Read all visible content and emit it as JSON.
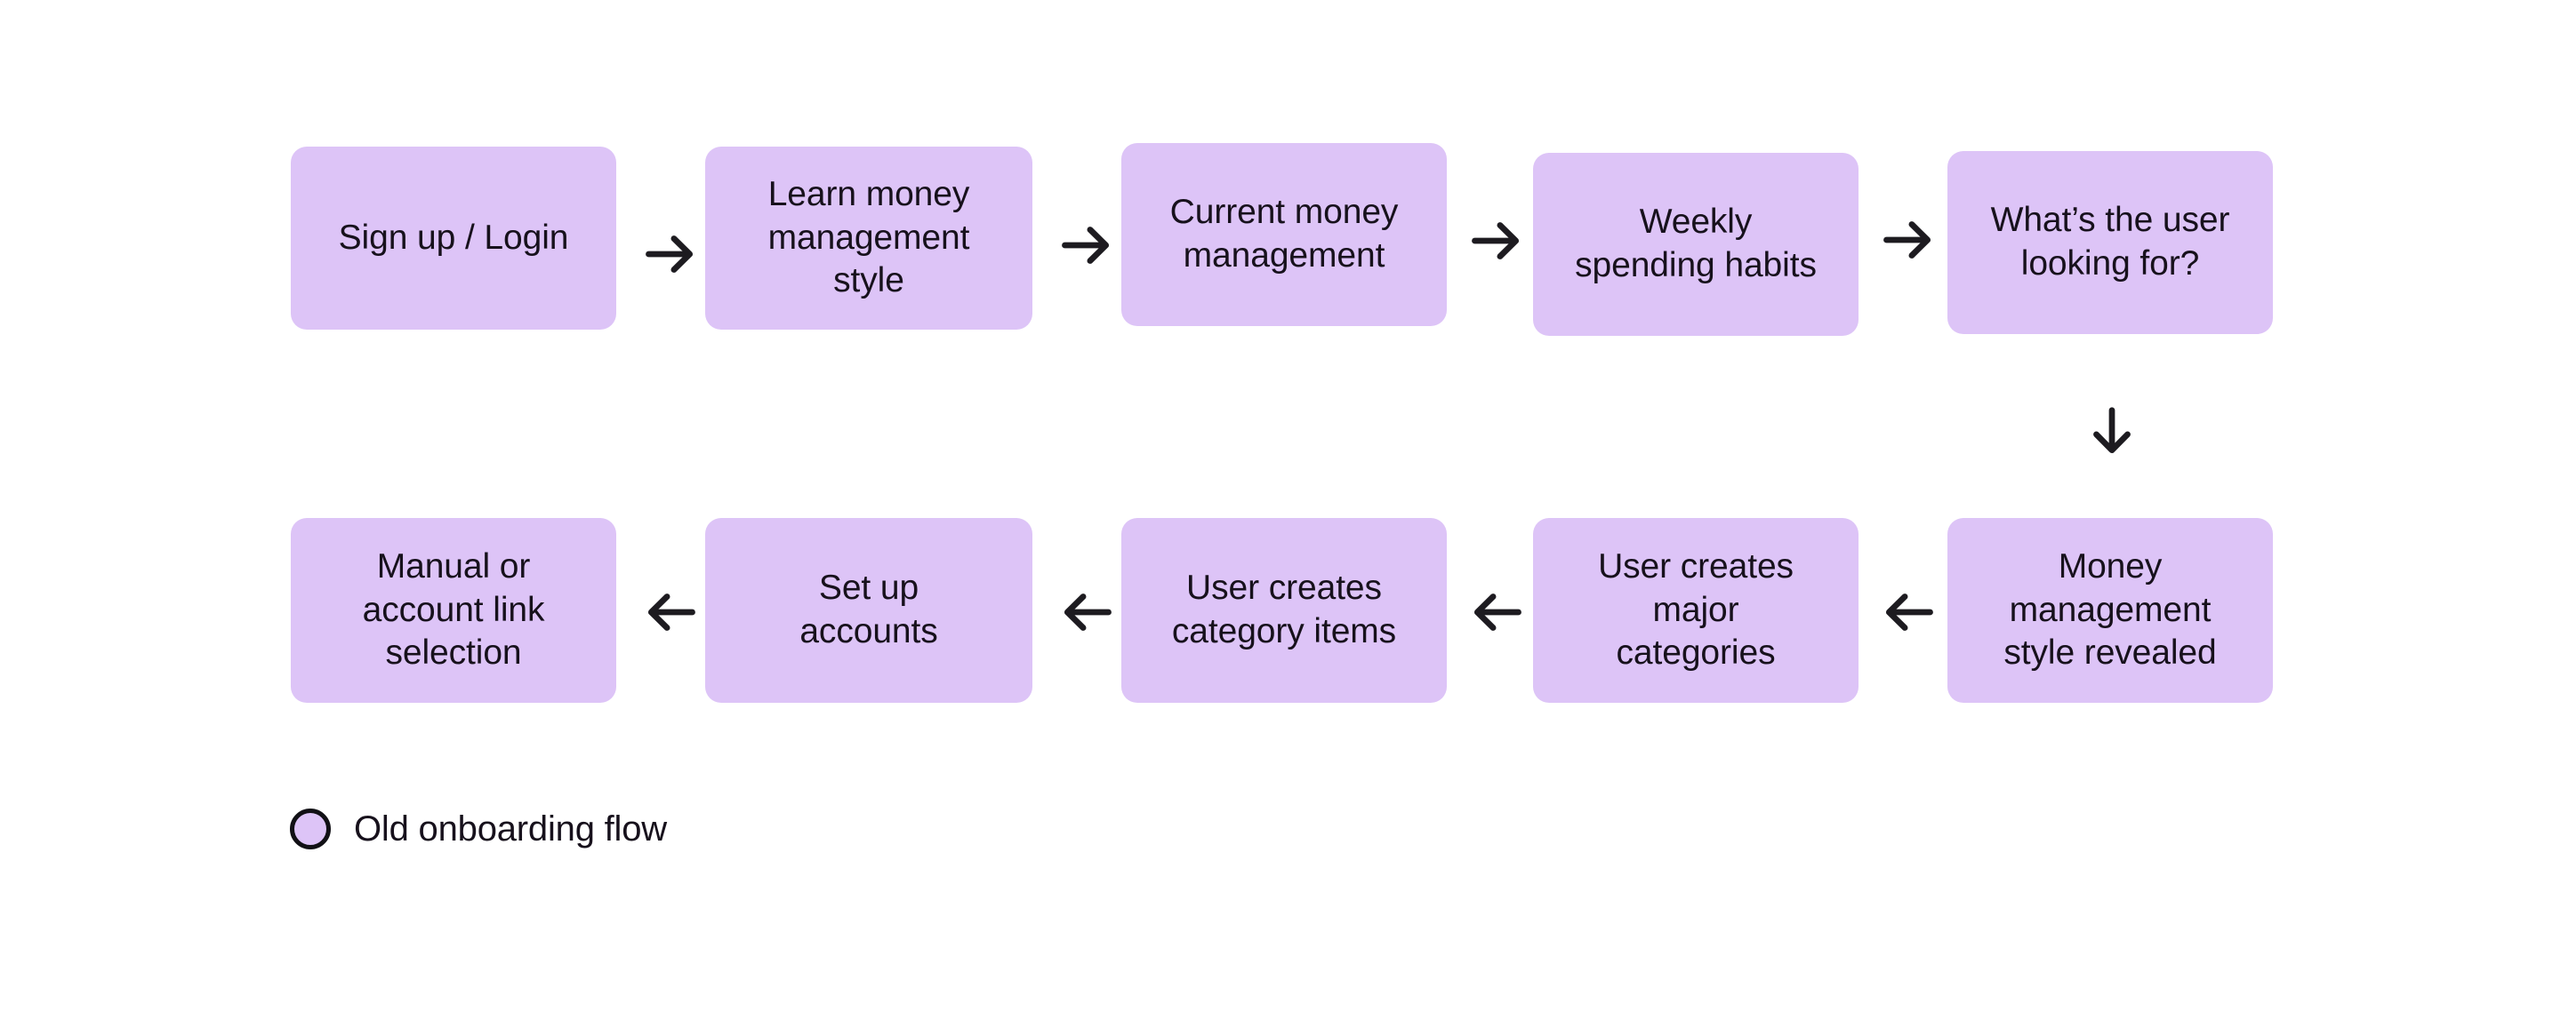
{
  "diagram": {
    "title": "Old onboarding flow",
    "colors": {
      "node_fill": "#ddc4f7",
      "node_text": "#17111c",
      "arrow": "#1d1b20",
      "background": "#ffffff",
      "legend_outline": "#111015"
    },
    "row1": {
      "nodes": [
        {
          "id": "sign-up-login",
          "label": "Sign up / Login"
        },
        {
          "id": "learn-money-style",
          "label": "Learn money\nmanagement\nstyle"
        },
        {
          "id": "current-money-mgmt",
          "label": "Current money\nmanagement"
        },
        {
          "id": "weekly-spending",
          "label": "Weekly\nspending habits"
        },
        {
          "id": "what-user-looking-for",
          "label": "What’s the user\nlooking for?"
        }
      ],
      "arrows": [
        {
          "id": "arrow-right-1",
          "direction": "right"
        },
        {
          "id": "arrow-right-2",
          "direction": "right"
        },
        {
          "id": "arrow-right-3",
          "direction": "right"
        },
        {
          "id": "arrow-right-4",
          "direction": "right"
        }
      ]
    },
    "connector": {
      "id": "arrow-down-1",
      "direction": "down"
    },
    "row2": {
      "nodes": [
        {
          "id": "manual-or-account-link",
          "label": "Manual or\naccount link\nselection"
        },
        {
          "id": "set-up-accounts",
          "label": "Set up\naccounts"
        },
        {
          "id": "user-creates-items",
          "label": "User creates\ncategory items"
        },
        {
          "id": "user-creates-major",
          "label": "User creates\nmajor\ncategories"
        },
        {
          "id": "money-style-revealed",
          "label": "Money\nmanagement\nstyle revealed"
        }
      ],
      "arrows": [
        {
          "id": "arrow-left-1",
          "direction": "left"
        },
        {
          "id": "arrow-left-2",
          "direction": "left"
        },
        {
          "id": "arrow-left-3",
          "direction": "left"
        },
        {
          "id": "arrow-left-4",
          "direction": "left"
        }
      ]
    },
    "legend": {
      "label": "Old onboarding flow"
    }
  }
}
